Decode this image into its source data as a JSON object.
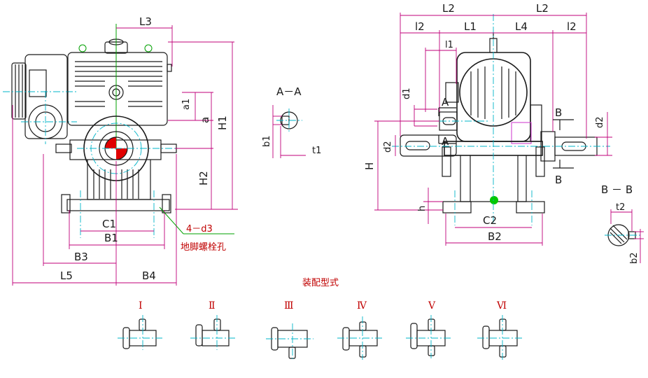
{
  "colors": {
    "outline": "#1a1a1a",
    "centerline": "#00b4c8",
    "dimension": "#c0007a",
    "label_red": "#c00000",
    "green": "#00a000"
  },
  "front_view": {
    "dims": {
      "L3": "L3",
      "a1": "a1",
      "a": "a",
      "H1": "H1",
      "H2": "H2",
      "C1": "C1",
      "B1": "B1",
      "B3": "B3",
      "B4": "B4",
      "L5": "L5"
    },
    "foot_bolt_label": "4－d3",
    "foot_bolt_note": "地脚螺栓孔"
  },
  "section_aa": {
    "title": "A－A",
    "b1": "b1",
    "t1": "t1"
  },
  "side_view": {
    "dims": {
      "L2_left": "L2",
      "L2_right": "L2",
      "l2_left": "l2",
      "L1": "L1",
      "L4": "L4",
      "l2_right": "l2",
      "l1": "l1",
      "d1": "d1",
      "d2_left": "d2",
      "d2_right": "d2",
      "H": "H",
      "h": "h",
      "C2": "C2",
      "B2": "B2"
    },
    "markers": {
      "A_top": "A",
      "A_bottom": "A",
      "B_top": "B",
      "B_bottom": "B"
    }
  },
  "section_bb": {
    "title": "B － B",
    "t2": "t2",
    "b2": "b2"
  },
  "assembly": {
    "title": "装配型式",
    "types": [
      "Ⅰ",
      "Ⅱ",
      "Ⅲ",
      "Ⅳ",
      "Ⅴ",
      "Ⅵ"
    ]
  }
}
